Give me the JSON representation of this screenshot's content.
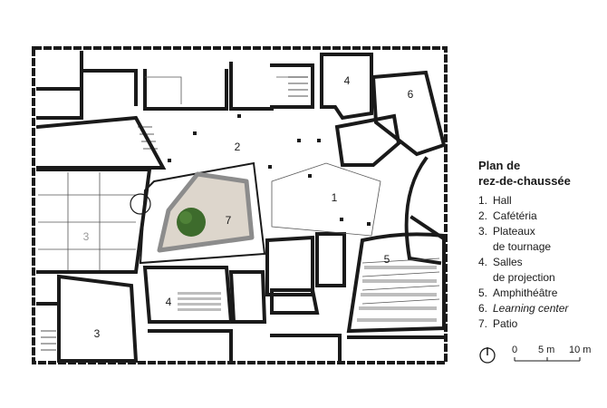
{
  "legend": {
    "title_line1": "Plan de",
    "title_line2": "rez-de-chaussée",
    "items": [
      {
        "num": "1.",
        "label": "Hall",
        "label2": ""
      },
      {
        "num": "2.",
        "label": "Cafétéria",
        "label2": ""
      },
      {
        "num": "3.",
        "label": "Plateaux",
        "label2": "de tournage"
      },
      {
        "num": "4.",
        "label": "Salles",
        "label2": "de projection"
      },
      {
        "num": "5.",
        "label": "Amphithéâtre",
        "label2": ""
      },
      {
        "num": "6.",
        "label": "Learning center",
        "label2": ""
      },
      {
        "num": "7.",
        "label": "Patio",
        "label2": ""
      }
    ]
  },
  "scale": {
    "zero": "0",
    "mid": "5 m",
    "end": "10 m"
  },
  "plan_labels": [
    "1",
    "2",
    "3",
    "3",
    "4",
    "4",
    "5",
    "6",
    "7"
  ],
  "colors": {
    "wall": "#1a1a1a",
    "patio_floor": "#ddd6cc",
    "patio_border": "#8c8c8c",
    "tree": "#3d6b2c",
    "grey_label": "#999999"
  }
}
